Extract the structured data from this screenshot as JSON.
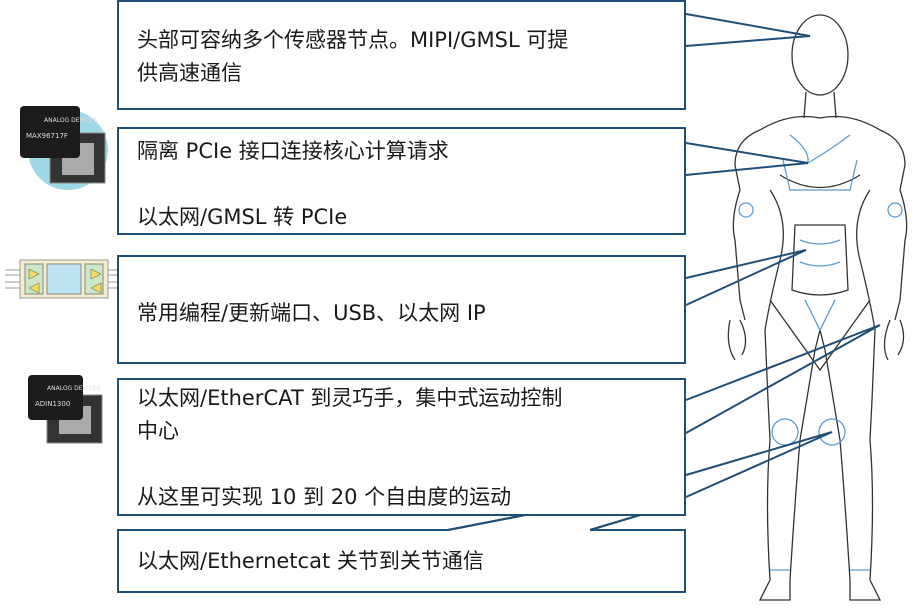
{
  "callouts": [
    {
      "lines": [
        "头部可容纳多个传感器节点。MIPI/GMSL 可提",
        "供高速通信"
      ]
    },
    {
      "lines": [
        "隔离 PCIe 接口连接核心计算请求",
        "",
        "以太网/GMSL 转 PCIe"
      ]
    },
    {
      "lines": [
        "常用编程/更新端口、USB、以太网 IP"
      ]
    },
    {
      "lines": [
        "以太网/EtherCAT 到灵巧手，集中式运动控制",
        "中心",
        "",
        "从这里可实现 10 到 20 个自由度的运动"
      ]
    },
    {
      "lines": [
        "以太网/Ethernetcat 关节到关节通信"
      ]
    }
  ],
  "chips": {
    "chip1_brand": "ANALOG DEVICES",
    "chip1_part": "MAX96717F",
    "chip3_brand": "ANALOG DEVICES",
    "chip3_part": "ADIN1300"
  },
  "colors": {
    "border": "#1f4e79",
    "robot_outline": "#333333",
    "robot_accent": "#5b9bd5",
    "chip_bg": "#9fd8e6"
  }
}
